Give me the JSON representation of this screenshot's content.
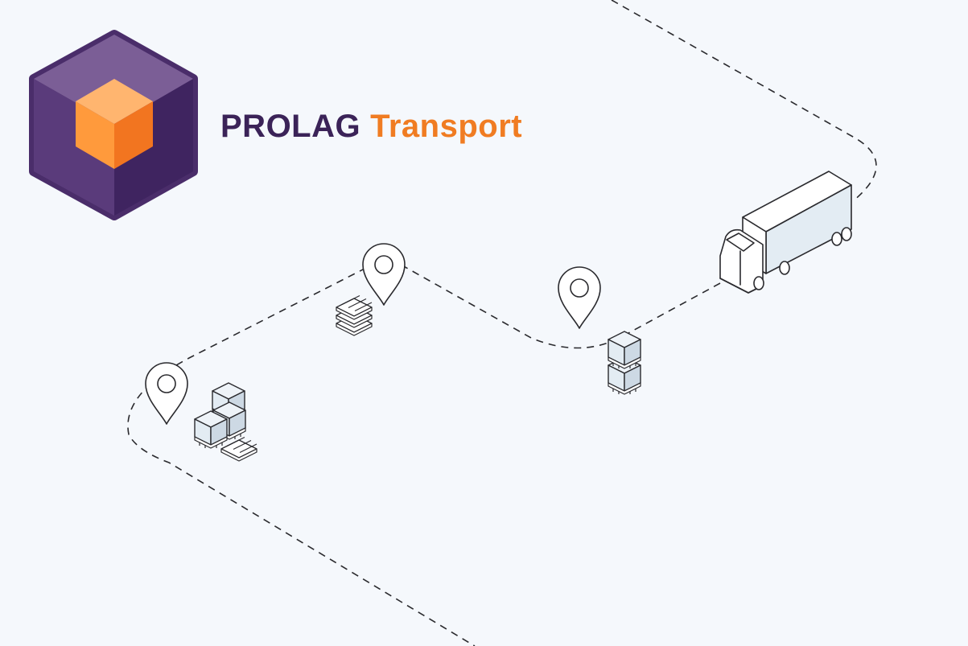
{
  "brand": {
    "name_primary": "PROLAG",
    "name_secondary": "Transport",
    "logo": "hexagon-cube-logo"
  },
  "colors": {
    "background": "#f5f8fc",
    "brand_purple": "#3b2358",
    "brand_orange": "#f07c22",
    "logo_purple_light": "#7b5e96",
    "logo_purple_mid": "#5a3b7b",
    "logo_purple_dark": "#3f2460",
    "logo_orange_top": "#ffb56f",
    "logo_orange_left": "#ff9a3c",
    "logo_orange_right": "#f27520",
    "line": "#2a2a2e",
    "crate_fill": "#e3ecf3"
  },
  "illustration": {
    "route": "dashed-route-line",
    "pins": [
      "location-pin-icon",
      "location-pin-icon",
      "location-pin-icon"
    ],
    "cargo": [
      "stacked-crates-icon",
      "pallet-stack-icon",
      "crate-tower-icon",
      "pallet-icon"
    ],
    "vehicle": "semi-truck-icon"
  }
}
